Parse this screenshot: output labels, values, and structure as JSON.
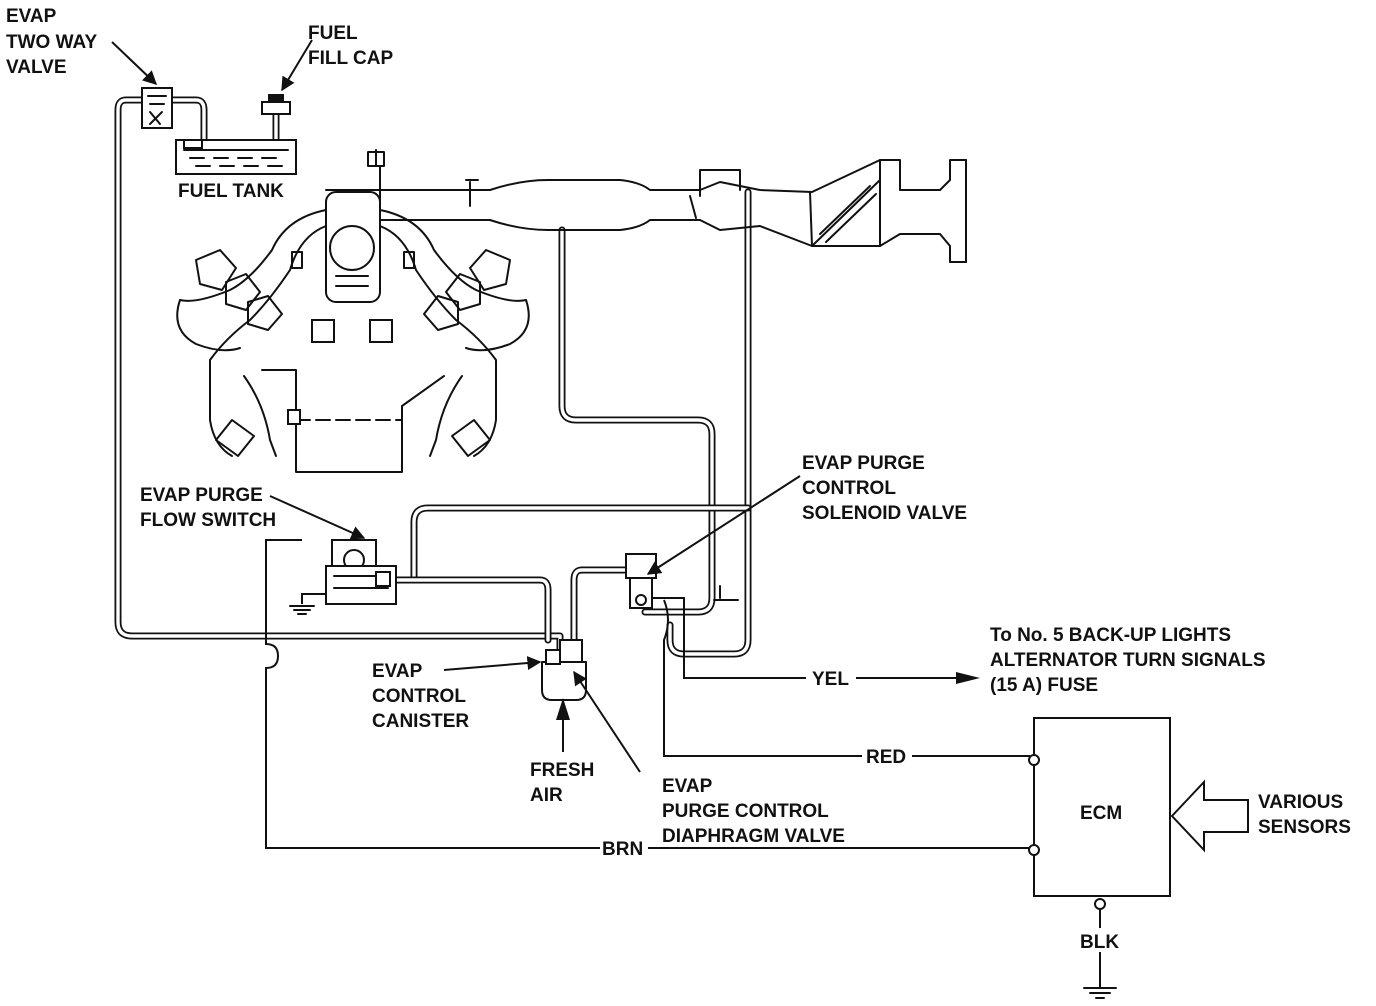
{
  "labels": {
    "two_way_valve": [
      "EVAP",
      "TWO WAY",
      "VALVE"
    ],
    "fuel_fill_cap": [
      "FUEL",
      "FILL CAP"
    ],
    "fuel_tank": "FUEL TANK",
    "purge_flow_switch": [
      "EVAP PURGE",
      "FLOW SWITCH"
    ],
    "purge_solenoid": [
      "EVAP PURGE",
      "CONTROL",
      "SOLENOID VALVE"
    ],
    "canister": [
      "EVAP",
      "CONTROL",
      "CANISTER"
    ],
    "fresh_air": [
      "FRESH",
      "AIR"
    ],
    "diaphragm_valve": [
      "EVAP",
      "PURGE CONTROL",
      "DIAPHRAGM VALVE"
    ],
    "fuse_note": [
      "To No. 5 BACK-UP LIGHTS",
      "ALTERNATOR TURN SIGNALS",
      "(15 A) FUSE"
    ],
    "ecm": "ECM",
    "various_sensors": [
      "VARIOUS",
      "SENSORS"
    ]
  },
  "wires": {
    "yel": "YEL",
    "red": "RED",
    "brn": "BRN",
    "blk": "BLK"
  }
}
